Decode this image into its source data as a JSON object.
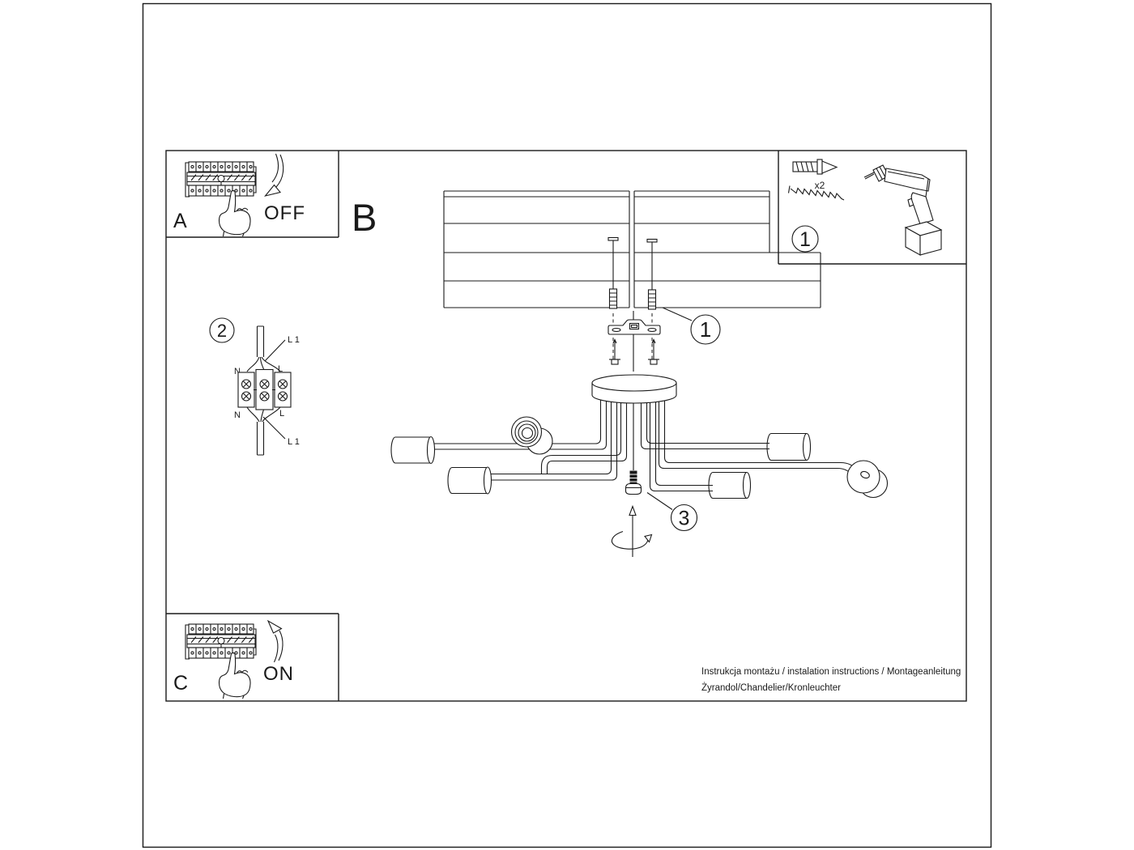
{
  "page": {
    "background": "#ffffff",
    "line_color": "#1a1a1a"
  },
  "sections": {
    "step_a": {
      "label": "A",
      "switch_state": "OFF"
    },
    "main_area_label": "B",
    "step_c": {
      "label": "C",
      "switch_state": "ON"
    },
    "parts_box": {
      "number": "1",
      "plug_quantity": "x2"
    },
    "wiring": {
      "number": "2",
      "top": {
        "neutral": "N",
        "line": "L",
        "l1": "L 1"
      },
      "bottom": {
        "neutral": "N",
        "line": "L",
        "l1": "L 1"
      }
    },
    "callouts": {
      "mounting": "1",
      "knob": "3"
    }
  },
  "footer": {
    "line1": "Instrukcja montażu / instalation instructions / Montageanleitung",
    "line2": "Żyrandol/Chandelier/Kronleuchter"
  }
}
